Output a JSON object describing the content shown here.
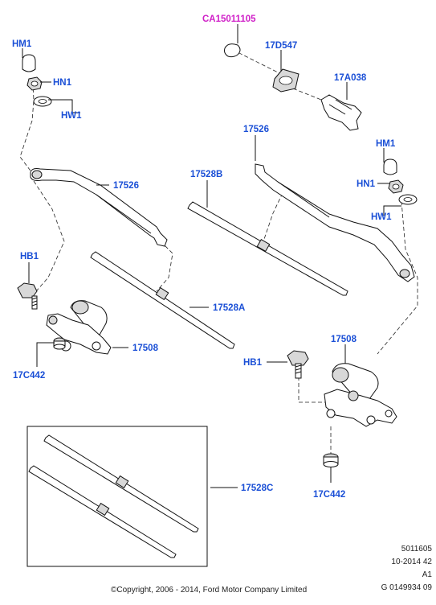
{
  "labels": {
    "ca15011105": "CA15011105",
    "hm1_left": "HM1",
    "hn1_left": "HN1",
    "hw1_left": "HW1",
    "p17526_left": "17526",
    "hb1_left": "HB1",
    "p17528a": "17528A",
    "p17508_left": "17508",
    "p17c442_left": "17C442",
    "p17d547": "17D547",
    "p17a038": "17A038",
    "p17526_right": "17526",
    "p17528b": "17528B",
    "hm1_right": "HM1",
    "hn1_right": "HN1",
    "hw1_right": "HW1",
    "p17508_right": "17508",
    "hb1_right": "HB1",
    "p17c442_right": "17C442",
    "p17528c": "17528C"
  },
  "meta": {
    "code1": "5011605",
    "code2": "10-2014 42",
    "code3": "A1",
    "code4": "G 0149934 09",
    "copyright": "©Copyright, 2006 - 2014, Ford Motor Company Limited"
  },
  "colors": {
    "label_blue": "#1a4fd6",
    "label_magenta": "#d020c8"
  }
}
